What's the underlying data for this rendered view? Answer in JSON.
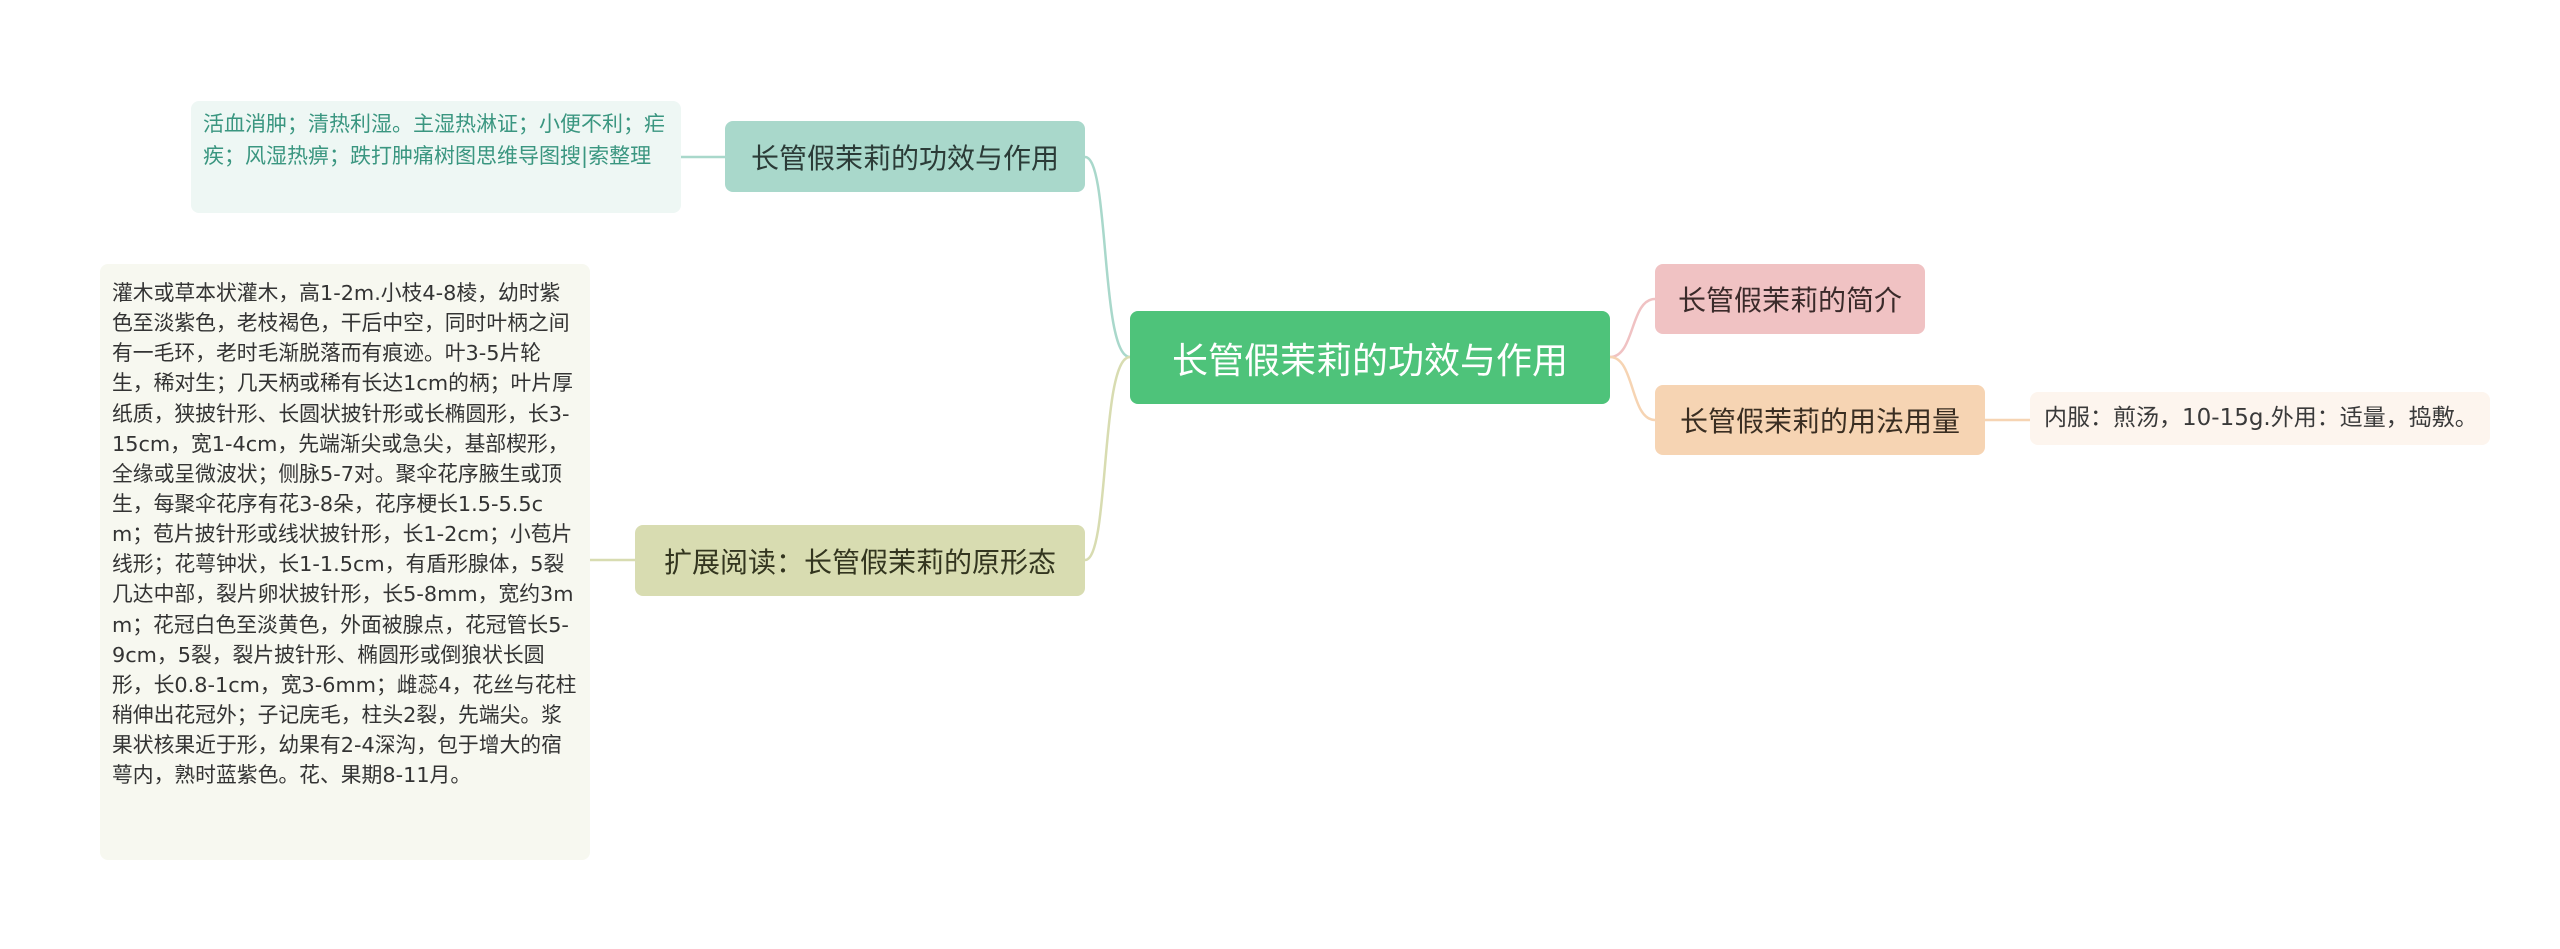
{
  "mindmap": {
    "root": {
      "label": "长管假茉莉的功效与作用"
    },
    "branches": {
      "effect": {
        "label": "长管假茉莉的功效与作用",
        "detail": "活血消肿；清热利湿。主湿热淋证；小便不利；疟疾；风湿热痹；跌打肿痛树图思维导图搜|索整理"
      },
      "intro": {
        "label": "长管假茉莉的简介"
      },
      "usage": {
        "label": "长管假茉莉的用法用量",
        "detail": "内服：煎汤，10-15g.外用：适量，捣敷。"
      },
      "morphology": {
        "label": "扩展阅读：长管假茉莉的原形态",
        "detail": "灌木或草本状灌木，高1-2m.小枝4-8棱，幼时紫色至淡紫色，老枝褐色，干后中空，同时叶柄之间有一毛环，老时毛渐脱落而有痕迹。叶3-5片轮生，稀对生；几天柄或稀有长达1cm的柄；叶片厚纸质，狭披针形、长圆状披针形或长椭圆形，长3-15cm，宽1-4cm，先端渐尖或急尖，基部楔形，全缘或呈微波状；侧脉5-7对。聚伞花序腋生或顶生，每聚伞花序有花3-8朵，花序梗长1.5-5.5cm；苞片披针形或线状披针形，长1-2cm；小苞片线形；花萼钟状，长1-1.5cm，有盾形腺体，5裂几达中部，裂片卵状披针形，长5-8mm，宽约3mm；花冠白色至淡黄色，外面被腺点，花冠管长5-9cm，5裂，裂片披针形、椭圆形或倒狼状长圆形，长0.8-1cm，宽3-6mm；雌蕊4，花丝与花柱稍伸出花冠外；子记庑毛，柱头2裂，先端尖。浆果状核果近于形，幼果有2-4深沟，包于增大的宿萼内，熟时蓝紫色。花、果期8-11月。"
      }
    },
    "colors": {
      "root": "#4ec37a",
      "effect": "#a9d8cb",
      "intro": "#f0c2c3",
      "usage": "#f6d4b3",
      "morphology": "#d8dcb1"
    }
  }
}
